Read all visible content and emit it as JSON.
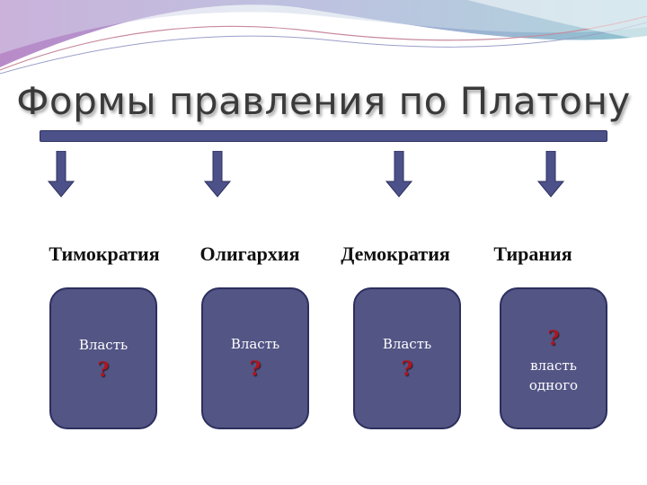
{
  "title": "Формы правления по Платону",
  "colors": {
    "bar": "#4d5189",
    "box": "#535585",
    "question": "#b0141c"
  },
  "forms": [
    {
      "label": "Тимократия",
      "text": "Власть",
      "mark": "?"
    },
    {
      "label": "Олигархия",
      "text": "Власть",
      "mark": "?"
    },
    {
      "label": "Демократия",
      "text": "Власть",
      "mark": "?"
    },
    {
      "label": "Тирания",
      "mark": "?",
      "text_line1": "власть",
      "text_line2": "одного"
    }
  ]
}
